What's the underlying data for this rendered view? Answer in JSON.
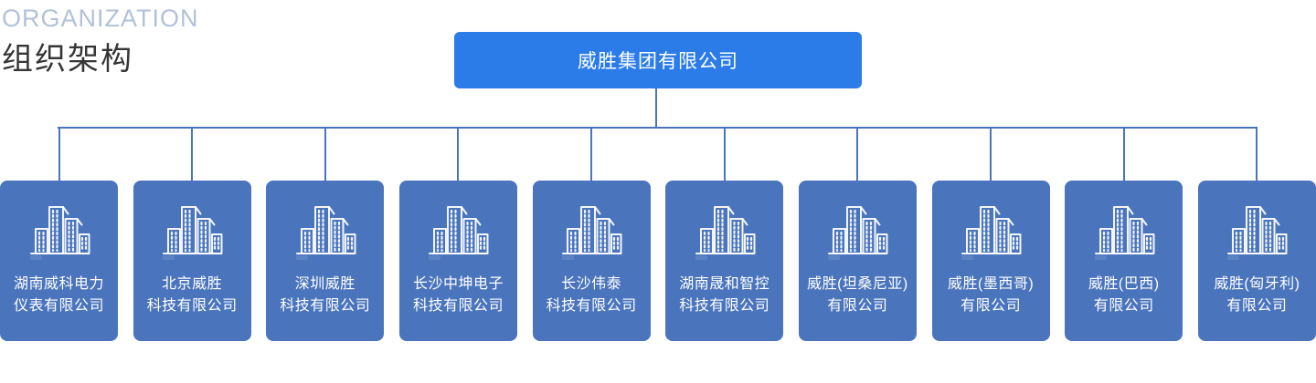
{
  "page": {
    "title_en": "ORGANIZATION",
    "title_zh": "组织架构"
  },
  "root": {
    "name": "威胜集团有限公司"
  },
  "subsidiaries": [
    {
      "name": "湖南威科电力\n仪表有限公司"
    },
    {
      "name": "北京威胜\n科技有限公司"
    },
    {
      "name": "深圳威胜\n科技有限公司"
    },
    {
      "name": "长沙中坤电子\n科技有限公司"
    },
    {
      "name": "长沙伟泰\n科技有限公司"
    },
    {
      "name": "湖南晟和智控\n科技有限公司"
    },
    {
      "name": "威胜(坦桑尼亚)\n有限公司"
    },
    {
      "name": "威胜(墨西哥)\n有限公司"
    },
    {
      "name": "威胜(巴西)\n有限公司"
    },
    {
      "name": "威胜(匈牙利)\n有限公司"
    }
  ],
  "icons": {
    "card_icon": "buildings-icon"
  },
  "colors": {
    "root_box": "#2B7CE9",
    "card": "#4A75BD",
    "connector": "#4A75BD",
    "title_en": "#B3C1D8",
    "title_zh": "#363636",
    "text_on_blue": "#FFFFFF"
  }
}
